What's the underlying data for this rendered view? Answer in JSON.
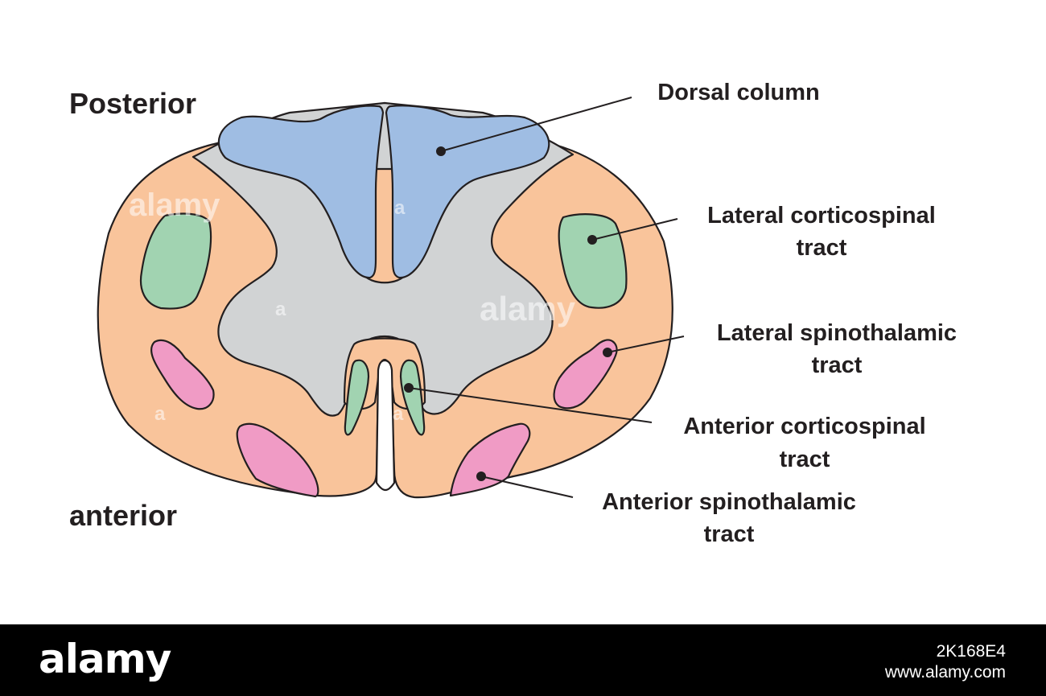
{
  "orientation": {
    "top": "Posterior",
    "bottom": "anterior"
  },
  "labels": {
    "dorsal_column": [
      "Dorsal column"
    ],
    "lateral_corticospinal": [
      "Lateral corticospinal",
      "tract"
    ],
    "lateral_spinothalamic": [
      "Lateral spinothalamic",
      "tract"
    ],
    "anterior_corticospinal": [
      "Anterior corticospinal",
      "tract"
    ],
    "anterior_spinothalamic": [
      "Anterior spinothalamic",
      "tract"
    ]
  },
  "colors": {
    "white_matter": "#f9c49b",
    "grey_matter": "#d1d3d4",
    "dorsal_column": "#9fbde3",
    "corticospinal": "#a1d3b1",
    "spinothalamic": "#f09bc5",
    "outline": "#231f20"
  },
  "watermark": {
    "brand": "alamy",
    "small_mark": "a"
  },
  "footer": {
    "brand": "alamy",
    "image_id": "2K168E4",
    "site": "www.alamy.com"
  }
}
